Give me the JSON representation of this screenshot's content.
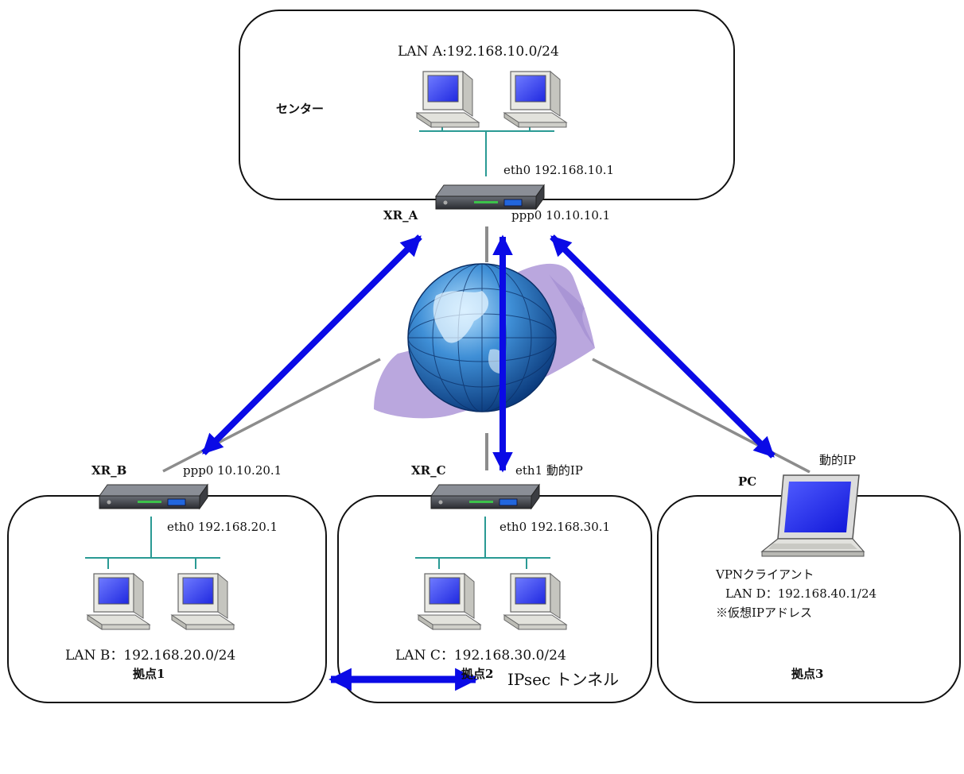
{
  "center": {
    "title": "センター",
    "lan": "LAN A:192.168.10.0/24",
    "router_name": "XR_A",
    "eth0": "eth0 192.168.10.1",
    "ppp0": "ppp0 10.10.10.1"
  },
  "site1": {
    "router_name": "XR_B",
    "ppp0": "ppp0 10.10.20.1",
    "eth0": "eth0 192.168.20.1",
    "lan": "LAN B：192.168.20.0/24",
    "title": "拠点1"
  },
  "site2": {
    "router_name": "XR_C",
    "eth1": "eth1 動的IP",
    "eth0": "eth0 192.168.30.1",
    "lan": "LAN C：192.168.30.0/24",
    "title": "拠点2"
  },
  "site3": {
    "device_name": "PC",
    "ip": "動的IP",
    "client": "VPNクライアント",
    "lan": "LAN D：192.168.40.1/24",
    "note": "※仮想IPアドレス",
    "title": "拠点3"
  },
  "legend": {
    "label": "IPsec トンネル"
  },
  "colors": {
    "tunnel": "#0a0ae6",
    "lan_line": "#2a9a94",
    "wan_line": "#8c8c8c",
    "cloud": "#b6a2dc",
    "globe": "#2a79c4"
  }
}
